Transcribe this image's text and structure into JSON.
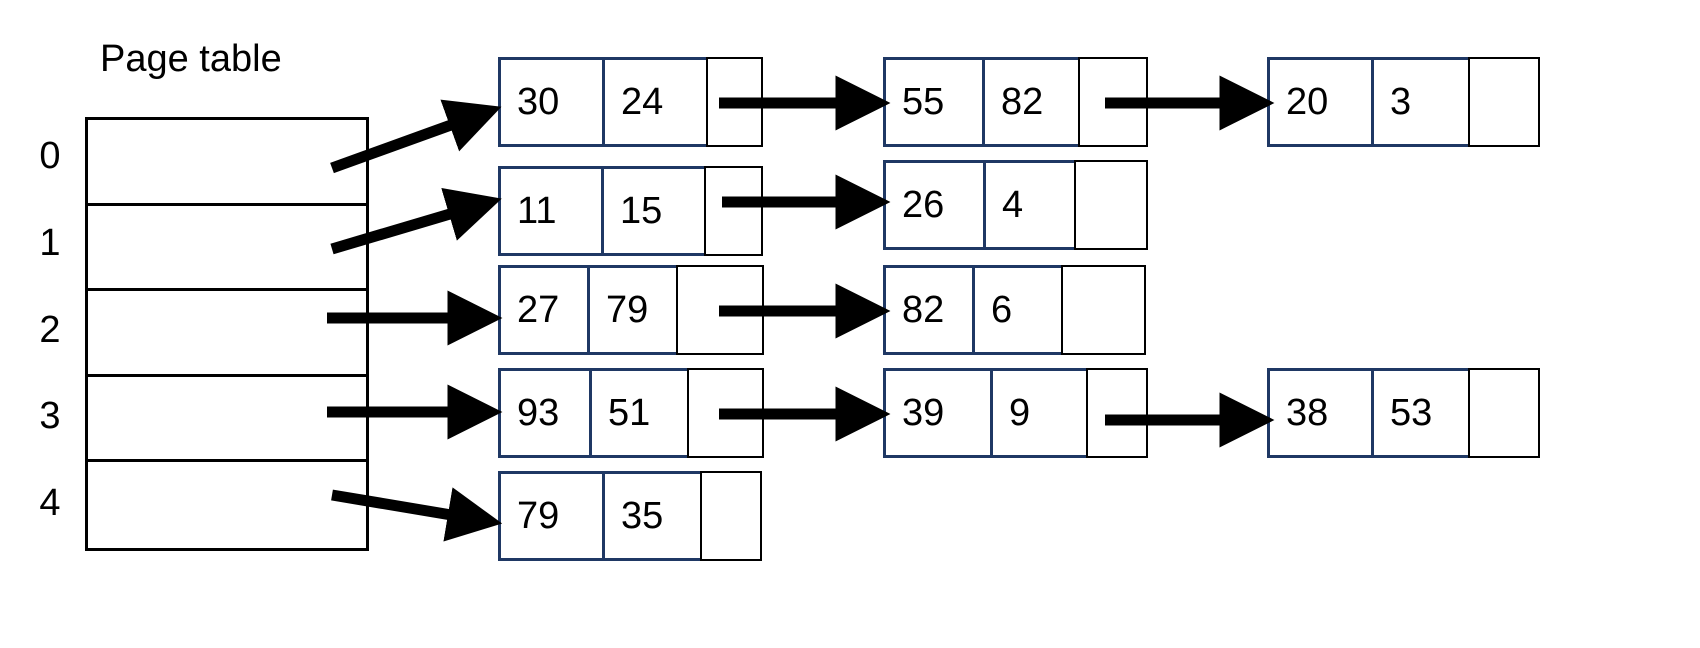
{
  "diagram": {
    "title": "Page table",
    "type": "page-table-with-hash-chains",
    "node_border_color": "#1F3864",
    "pointer_border_color": "#000000",
    "arrow_color": "#000000",
    "table_border_color": "#000000",
    "background_color": "#FFFFFF"
  },
  "page_table": {
    "label": "Page table",
    "row_count": 5,
    "indices": [
      "0",
      "1",
      "2",
      "3",
      "4"
    ],
    "rows": [
      {
        "index": "0",
        "content": ""
      },
      {
        "index": "1",
        "content": ""
      },
      {
        "index": "2",
        "content": ""
      },
      {
        "index": "3",
        "content": ""
      },
      {
        "index": "4",
        "content": ""
      }
    ]
  },
  "chains": [
    {
      "from_index": "0",
      "nodes": [
        {
          "a": "30",
          "b": "24",
          "has_next": true
        },
        {
          "a": "55",
          "b": "82",
          "has_next": true
        },
        {
          "a": "20",
          "b": "3",
          "has_next": false
        }
      ]
    },
    {
      "from_index": "1",
      "nodes": [
        {
          "a": "11",
          "b": "15",
          "has_next": true
        },
        {
          "a": "26",
          "b": "4",
          "has_next": false
        }
      ]
    },
    {
      "from_index": "2",
      "nodes": [
        {
          "a": "27",
          "b": "79",
          "has_next": true
        },
        {
          "a": "82",
          "b": "6",
          "has_next": false
        }
      ]
    },
    {
      "from_index": "3",
      "nodes": [
        {
          "a": "93",
          "b": "51",
          "has_next": true
        },
        {
          "a": "39",
          "b": "9",
          "has_next": true
        },
        {
          "a": "38",
          "b": "53",
          "has_next": false
        }
      ]
    },
    {
      "from_index": "4",
      "nodes": [
        {
          "a": "79",
          "b": "35",
          "has_next": false
        }
      ]
    }
  ]
}
